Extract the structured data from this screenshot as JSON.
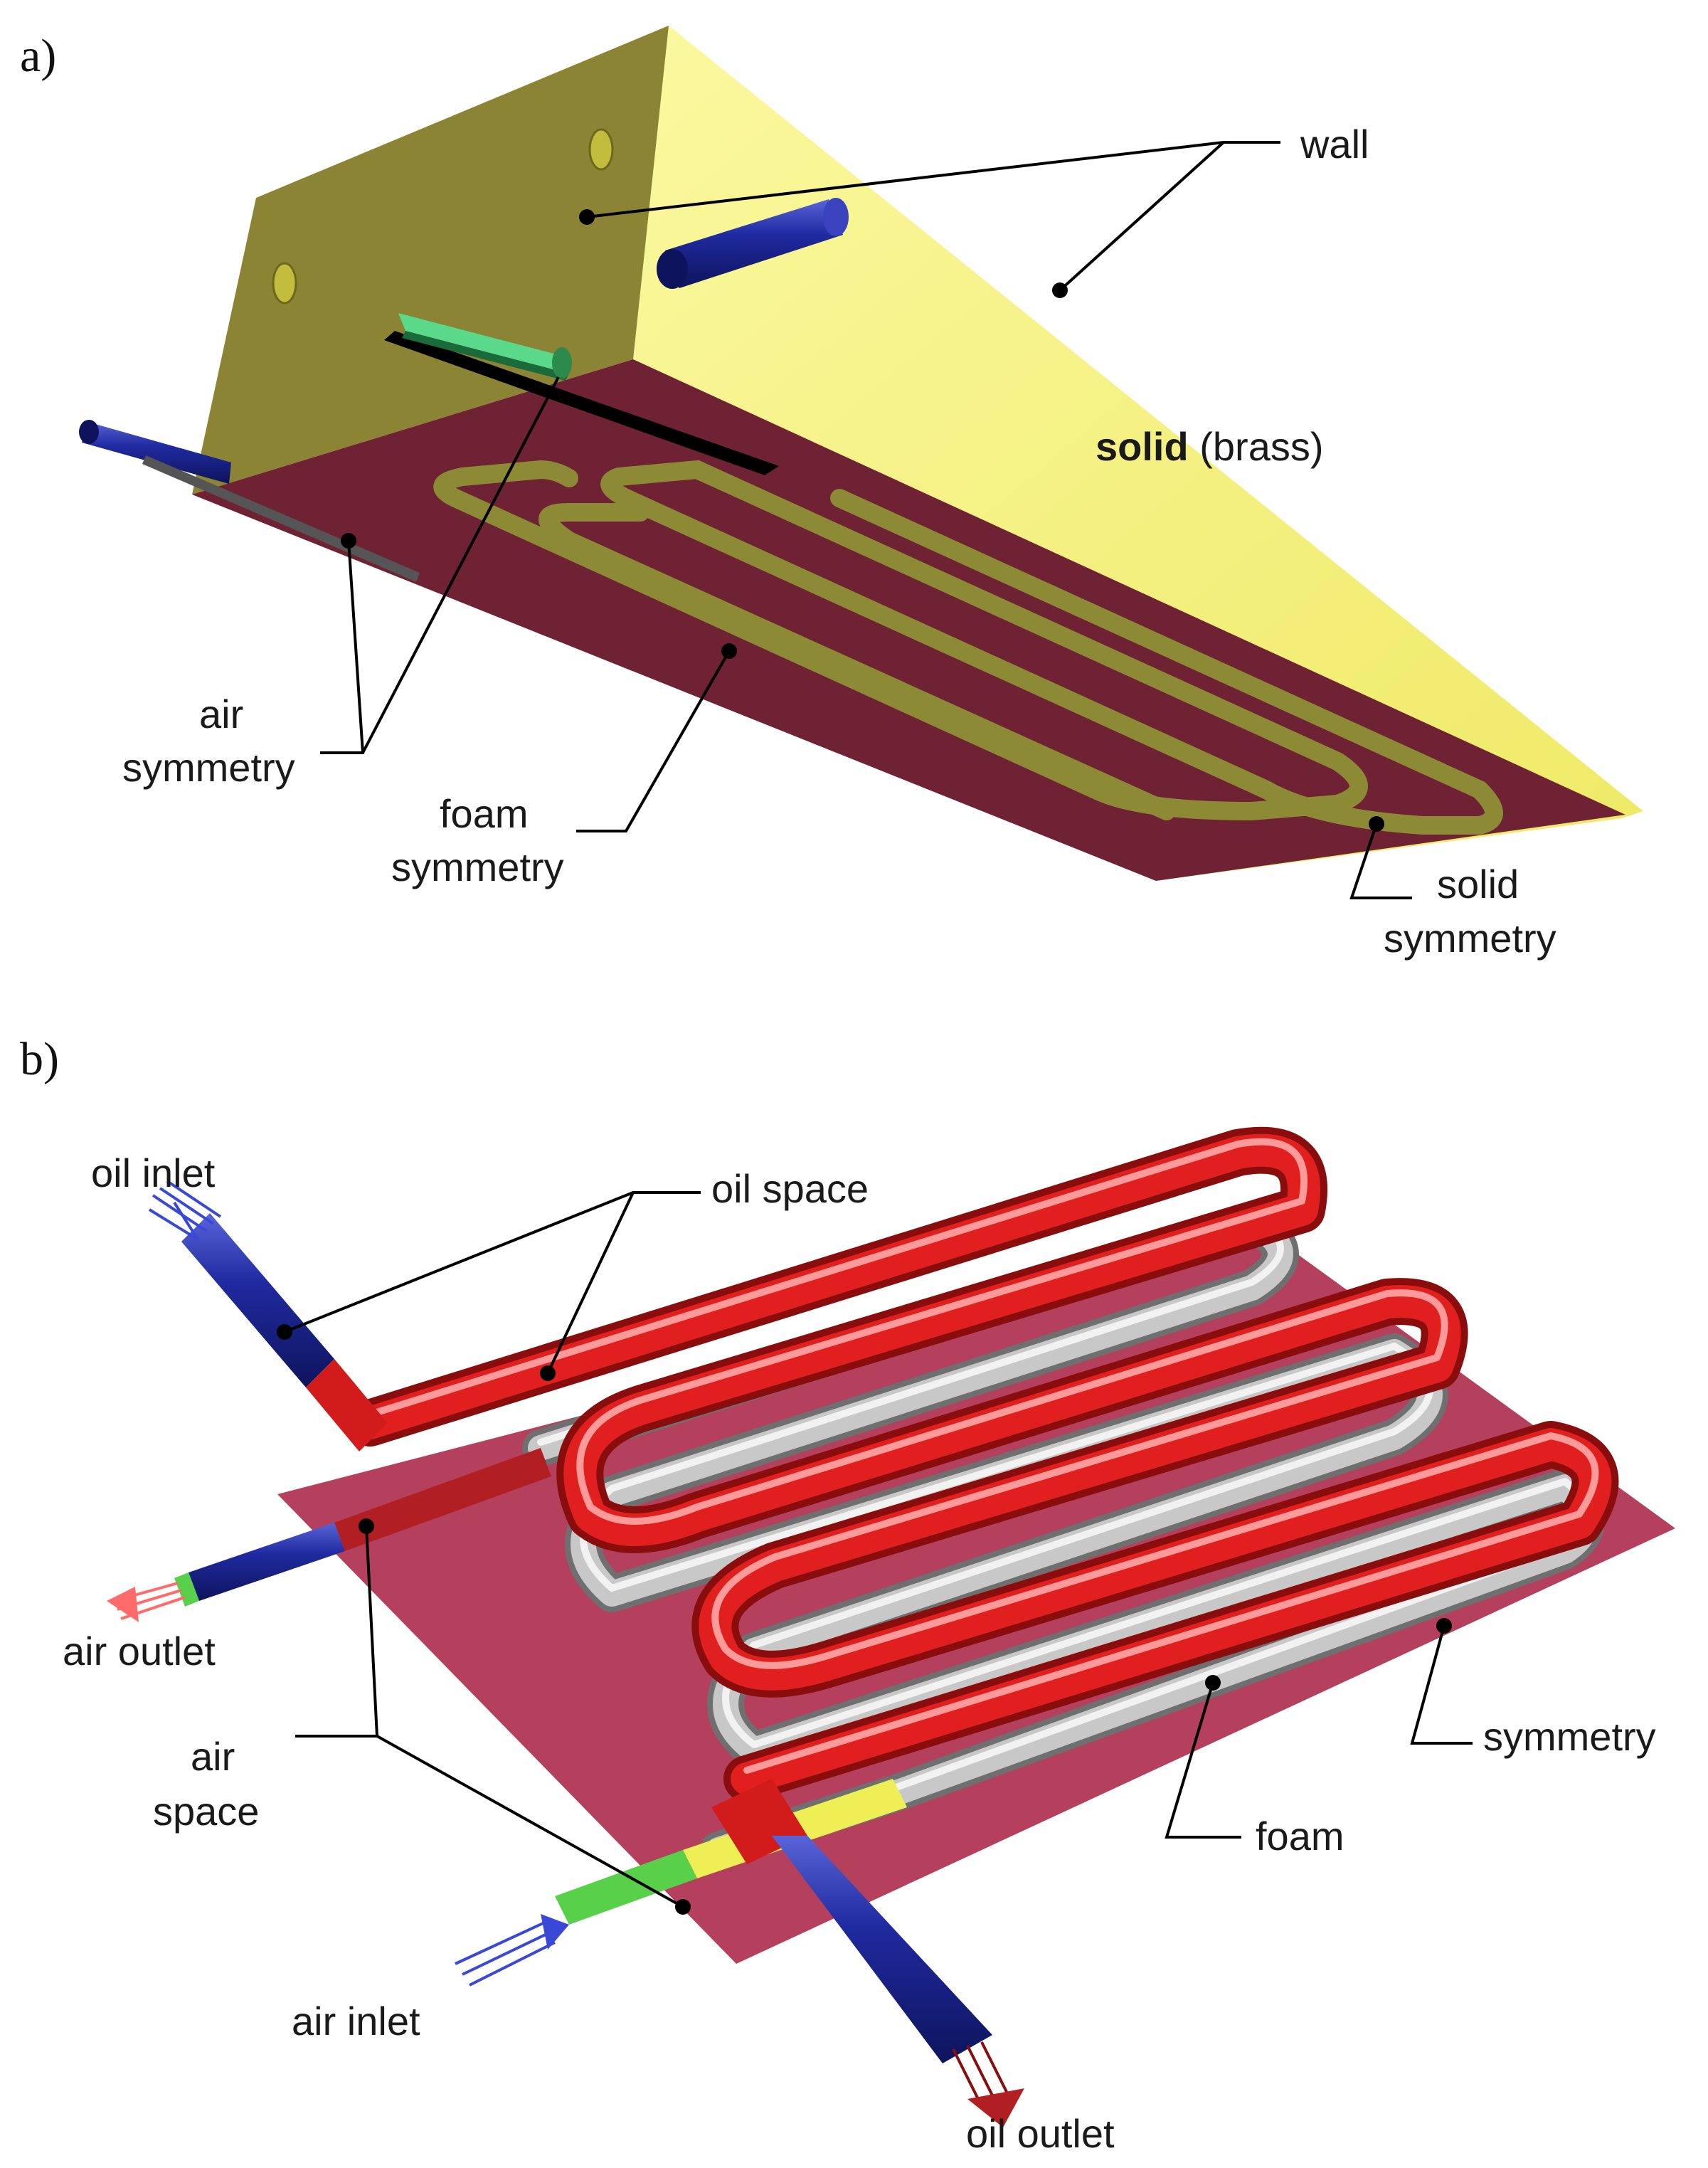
{
  "panel_a": {
    "tag": "a)",
    "labels": {
      "wall": "wall",
      "solid_bold": "solid",
      "solid_rest": " (brass)",
      "air_symmetry_1": "air",
      "air_symmetry_2": "symmetry",
      "foam_symmetry_1": "foam",
      "foam_symmetry_2": "symmetry",
      "solid_symmetry_1": "solid",
      "solid_symmetry_2": "symmetry"
    },
    "colors": {
      "solid_top": "#f7f48a",
      "solid_side_left": "#8a8434",
      "solid_side_front": "#eeea6c",
      "symmetry_face": "#6e2233",
      "foam_channel": "#8c8a35",
      "air_pipe": "#2a2f9a",
      "air_pipe_2": "#5ad98a"
    }
  },
  "panel_b": {
    "tag": "b)",
    "labels": {
      "oil_inlet": "oil inlet",
      "oil_space": "oil space",
      "air_outlet": "air outlet",
      "air_space_1": "air",
      "air_space_2": "space",
      "symmetry": "symmetry",
      "foam": "foam",
      "air_inlet": "air inlet",
      "oil_outlet": "oil outlet"
    },
    "colors": {
      "oil_tube": "#e11f1f",
      "oil_tube_dark": "#8d0f0f",
      "foam_tube": "#b8b8b8",
      "symmetry_plane": "#b5405d",
      "inlet_blue": "#1f2aa0",
      "air_green": "#59d04a",
      "air_yellow": "#eeee55",
      "outlet_red": "#ff6b6b"
    }
  }
}
